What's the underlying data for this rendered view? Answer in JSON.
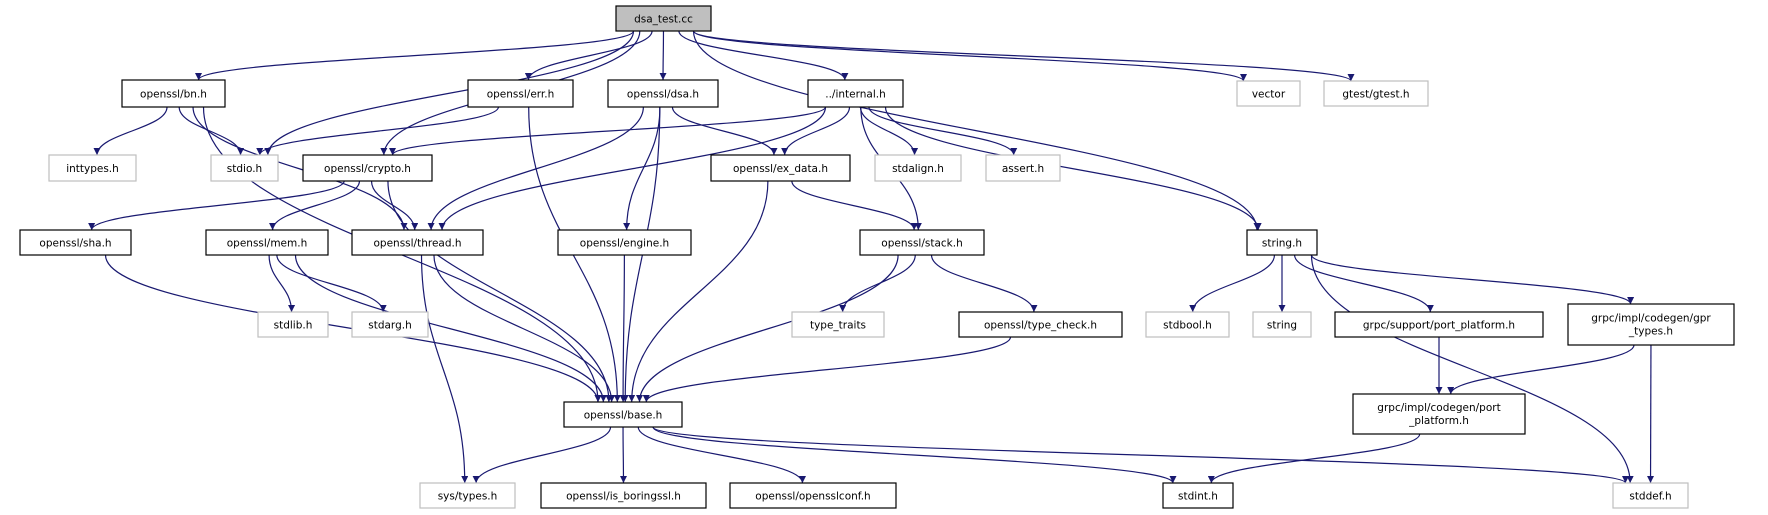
{
  "graph": {
    "edge_color": "#191970",
    "root_fill": "#bfbfbf",
    "documented_border": "#000000",
    "external_border": "#bfbfbf",
    "nodes": {
      "root": {
        "label": "dsa_test.cc",
        "kind": "root"
      },
      "bn": {
        "label": "openssl/bn.h",
        "kind": "documented"
      },
      "err": {
        "label": "openssl/err.h",
        "kind": "documented"
      },
      "dsa": {
        "label": "openssl/dsa.h",
        "kind": "documented"
      },
      "internal": {
        "label": "../internal.h",
        "kind": "documented"
      },
      "vector": {
        "label": "vector",
        "kind": "external"
      },
      "gtest": {
        "label": "gtest/gtest.h",
        "kind": "external"
      },
      "inttypes": {
        "label": "inttypes.h",
        "kind": "external"
      },
      "stdio": {
        "label": "stdio.h",
        "kind": "external"
      },
      "crypto": {
        "label": "openssl/crypto.h",
        "kind": "documented"
      },
      "exdata": {
        "label": "openssl/ex_data.h",
        "kind": "documented"
      },
      "stdalign": {
        "label": "stdalign.h",
        "kind": "external"
      },
      "assert": {
        "label": "assert.h",
        "kind": "external"
      },
      "sha": {
        "label": "openssl/sha.h",
        "kind": "documented"
      },
      "mem": {
        "label": "openssl/mem.h",
        "kind": "documented"
      },
      "thread": {
        "label": "openssl/thread.h",
        "kind": "documented"
      },
      "engine": {
        "label": "openssl/engine.h",
        "kind": "documented"
      },
      "stack": {
        "label": "openssl/stack.h",
        "kind": "documented"
      },
      "stringh": {
        "label": "string.h",
        "kind": "documented"
      },
      "stdlib": {
        "label": "stdlib.h",
        "kind": "external"
      },
      "stdarg": {
        "label": "stdarg.h",
        "kind": "external"
      },
      "typetraits": {
        "label": "type_traits",
        "kind": "external"
      },
      "typecheck": {
        "label": "openssl/type_check.h",
        "kind": "documented"
      },
      "stdbool": {
        "label": "stdbool.h",
        "kind": "external"
      },
      "string": {
        "label": "string",
        "kind": "external"
      },
      "grpcsupport": {
        "label": "grpc/support/port_platform.h",
        "kind": "documented"
      },
      "gprtypes": {
        "label": "grpc/impl/codegen/gpr\n_types.h",
        "kind": "documented"
      },
      "base": {
        "label": "openssl/base.h",
        "kind": "documented"
      },
      "codegenpp": {
        "label": "grpc/impl/codegen/port\n_platform.h",
        "kind": "documented"
      },
      "systypes": {
        "label": "sys/types.h",
        "kind": "external"
      },
      "isboring": {
        "label": "openssl/is_boringssl.h",
        "kind": "documented"
      },
      "opensslconf": {
        "label": "openssl/opensslconf.h",
        "kind": "documented"
      },
      "stdint": {
        "label": "stdint.h",
        "kind": "documented"
      },
      "stddef": {
        "label": "stddef.h",
        "kind": "external"
      }
    },
    "edges": [
      [
        "root",
        "bn"
      ],
      [
        "root",
        "stdio"
      ],
      [
        "root",
        "crypto"
      ],
      [
        "root",
        "err"
      ],
      [
        "root",
        "dsa"
      ],
      [
        "root",
        "internal"
      ],
      [
        "root",
        "stringh"
      ],
      [
        "root",
        "vector"
      ],
      [
        "root",
        "gtest"
      ],
      [
        "bn",
        "inttypes"
      ],
      [
        "bn",
        "stdio"
      ],
      [
        "bn",
        "thread"
      ],
      [
        "bn",
        "base"
      ],
      [
        "err",
        "stdio"
      ],
      [
        "err",
        "base"
      ],
      [
        "dsa",
        "thread"
      ],
      [
        "dsa",
        "engine"
      ],
      [
        "dsa",
        "base"
      ],
      [
        "dsa",
        "exdata"
      ],
      [
        "internal",
        "crypto"
      ],
      [
        "internal",
        "thread"
      ],
      [
        "internal",
        "exdata"
      ],
      [
        "internal",
        "stdalign"
      ],
      [
        "internal",
        "assert"
      ],
      [
        "internal",
        "stack"
      ],
      [
        "internal",
        "stringh"
      ],
      [
        "crypto",
        "sha"
      ],
      [
        "crypto",
        "mem"
      ],
      [
        "crypto",
        "thread"
      ],
      [
        "crypto",
        "base"
      ],
      [
        "exdata",
        "stack"
      ],
      [
        "exdata",
        "base"
      ],
      [
        "sha",
        "base"
      ],
      [
        "mem",
        "stdlib"
      ],
      [
        "mem",
        "stdarg"
      ],
      [
        "mem",
        "base"
      ],
      [
        "thread",
        "systypes"
      ],
      [
        "thread",
        "base"
      ],
      [
        "engine",
        "base"
      ],
      [
        "stack",
        "typetraits"
      ],
      [
        "stack",
        "typecheck"
      ],
      [
        "stack",
        "base"
      ],
      [
        "typecheck",
        "base"
      ],
      [
        "stringh",
        "stdbool"
      ],
      [
        "stringh",
        "string"
      ],
      [
        "stringh",
        "grpcsupport"
      ],
      [
        "stringh",
        "gprtypes"
      ],
      [
        "stringh",
        "stddef"
      ],
      [
        "grpcsupport",
        "codegenpp"
      ],
      [
        "gprtypes",
        "codegenpp"
      ],
      [
        "gprtypes",
        "stddef"
      ],
      [
        "codegenpp",
        "stdint"
      ],
      [
        "base",
        "systypes"
      ],
      [
        "base",
        "isboring"
      ],
      [
        "base",
        "opensslconf"
      ],
      [
        "base",
        "stdint"
      ],
      [
        "base",
        "stddef"
      ]
    ]
  }
}
